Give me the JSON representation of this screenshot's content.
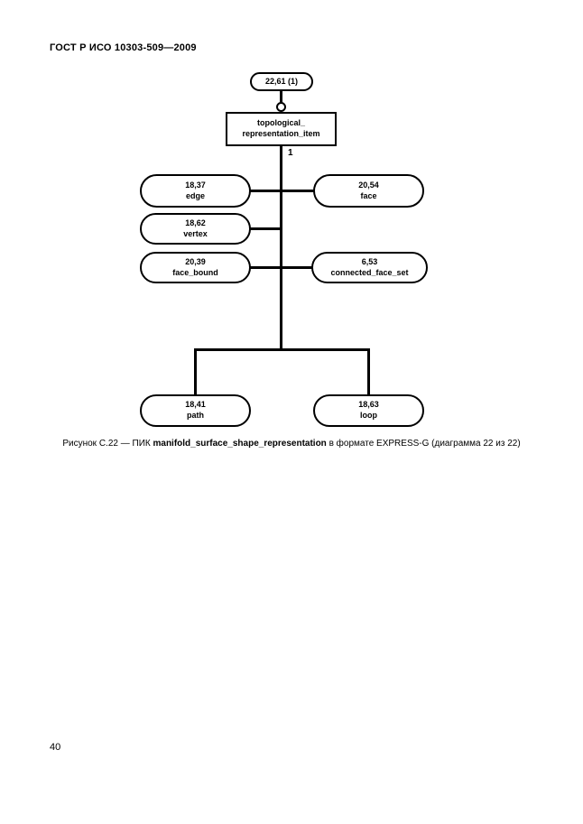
{
  "page": {
    "header": "ГОСТ Р ИСО 10303-509—2009",
    "page_number": "40"
  },
  "caption": {
    "prefix": "Рисунок С.22 — ПИК ",
    "entity": "manifold_surface_shape_representation",
    "suffix": " в формате EXPRESS-G (диаграмма 22 из 22)"
  },
  "diagram": {
    "page_ref_oval": "22,61 (1)",
    "root_box": {
      "line1": "topological_",
      "line2": "representation_item"
    },
    "cardinality": "1",
    "ovals": [
      {
        "ref": "18,37",
        "name": "edge"
      },
      {
        "ref": "20,54",
        "name": "face"
      },
      {
        "ref": "18,62",
        "name": "vertex"
      },
      {
        "ref": "20,39",
        "name": "face_bound"
      },
      {
        "ref": "6,53",
        "name": "connected_face_set"
      },
      {
        "ref": "18,41",
        "name": "path"
      },
      {
        "ref": "18,63",
        "name": "loop"
      }
    ]
  }
}
